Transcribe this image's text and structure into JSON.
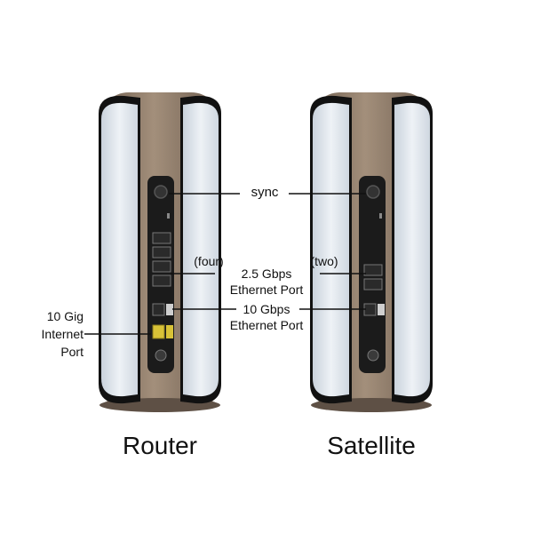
{
  "labels": {
    "sync": "sync",
    "four": "(four)",
    "two": "(two)",
    "gbps25_line1": "2.5 Gbps",
    "gbps25_line2": "Ethernet Port",
    "gbps10_line1": "10 Gbps",
    "gbps10_line2": "Ethernet Port",
    "internet_line1": "10 Gig",
    "internet_line2": "Internet",
    "internet_line3": "Port"
  },
  "devices": {
    "router_title": "Router",
    "satellite_title": "Satellite"
  },
  "colors": {
    "shell": "#8f7b68",
    "panel": "#dfe6ee",
    "dark": "#1a1a1a",
    "port_yellow": "#d8c237"
  }
}
